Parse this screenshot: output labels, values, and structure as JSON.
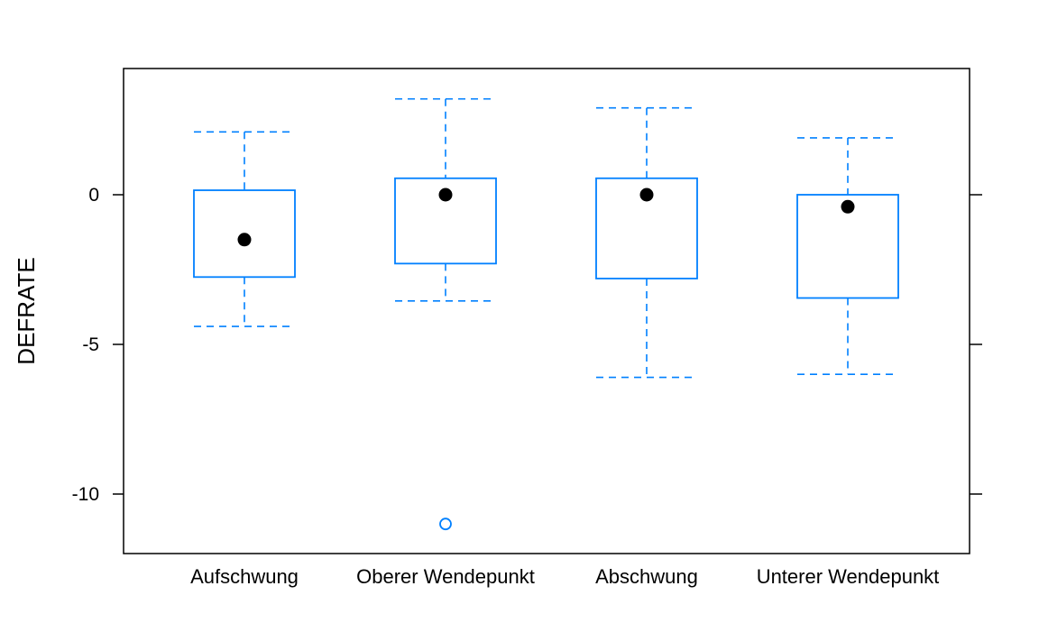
{
  "chart_data": {
    "type": "boxplot",
    "title": "",
    "xlabel": "",
    "ylabel": "DEFRATE",
    "ylim": [
      -12.0,
      4.2
    ],
    "yticks": [
      0,
      -5,
      -10
    ],
    "ytick_labels": [
      "0",
      "-5",
      "-10"
    ],
    "categories": [
      "Aufschwung",
      "Oberer Wendepunkt",
      "Abschwung",
      "Unterer Wendepunkt"
    ],
    "boxes": [
      {
        "category": "Aufschwung",
        "whisker_low": -4.4,
        "q1": -2.75,
        "median": -1.5,
        "q3": 0.15,
        "whisker_high": 2.1,
        "outliers": []
      },
      {
        "category": "Oberer Wendepunkt",
        "whisker_low": -3.55,
        "q1": -2.3,
        "median": 0.0,
        "q3": 0.55,
        "whisker_high": 3.2,
        "outliers": [
          -11.0
        ]
      },
      {
        "category": "Abschwung",
        "whisker_low": -6.1,
        "q1": -2.8,
        "median": 0.0,
        "q3": 0.55,
        "whisker_high": 2.9,
        "outliers": []
      },
      {
        "category": "Unterer Wendepunkt",
        "whisker_low": -6.0,
        "q1": -3.45,
        "median": -0.4,
        "q3": 0.0,
        "whisker_high": 1.9,
        "outliers": []
      }
    ],
    "colors": {
      "box": "#0080ff",
      "median_dot": "#000000",
      "frame": "#000000"
    },
    "grid": false,
    "legend": "none"
  }
}
